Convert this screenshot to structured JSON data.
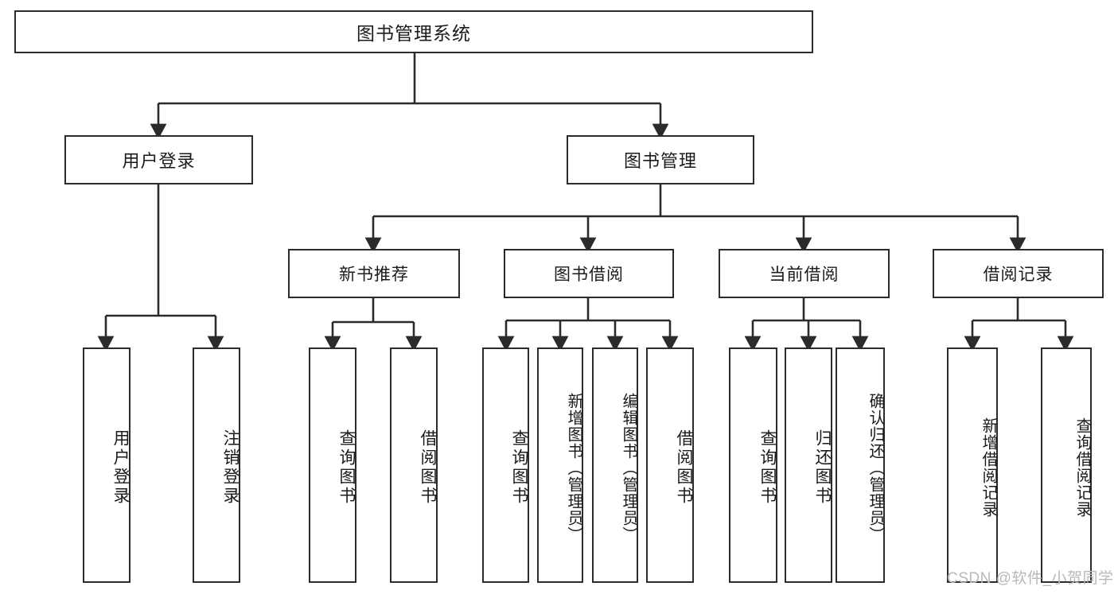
{
  "diagram": {
    "title": "图书管理系统",
    "type": "功能结构图",
    "root": {
      "label": "图书管理系统"
    },
    "level2": [
      {
        "label": "用户登录"
      },
      {
        "label": "图书管理"
      }
    ],
    "level3": [
      {
        "label": "新书推荐"
      },
      {
        "label": "图书借阅"
      },
      {
        "label": "当前借阅"
      },
      {
        "label": "借阅记录"
      }
    ],
    "leaves": {
      "user_login": [
        {
          "label": "用户登录"
        },
        {
          "label": "注销登录"
        }
      ],
      "new_book_recommend": [
        {
          "label": "查询图书"
        },
        {
          "label": "借阅图书"
        }
      ],
      "book_borrow": [
        {
          "label": "查询图书"
        },
        {
          "label": "新增图书（管理员）"
        },
        {
          "label": "编辑图书（管理员）"
        },
        {
          "label": "借阅图书"
        }
      ],
      "current_borrow": [
        {
          "label": "查询图书"
        },
        {
          "label": "归还图书"
        },
        {
          "label": "确认归还（管理员）"
        }
      ],
      "borrow_record": [
        {
          "label": "新增借阅记录"
        },
        {
          "label": "查询借阅记录"
        }
      ]
    }
  },
  "watermark": {
    "text": "CSDN @软件_小贺同学"
  },
  "colors": {
    "border": "#2b2b2b",
    "background": "#ffffff",
    "text": "#1a1a1a",
    "watermark": "#b8b8b8"
  }
}
